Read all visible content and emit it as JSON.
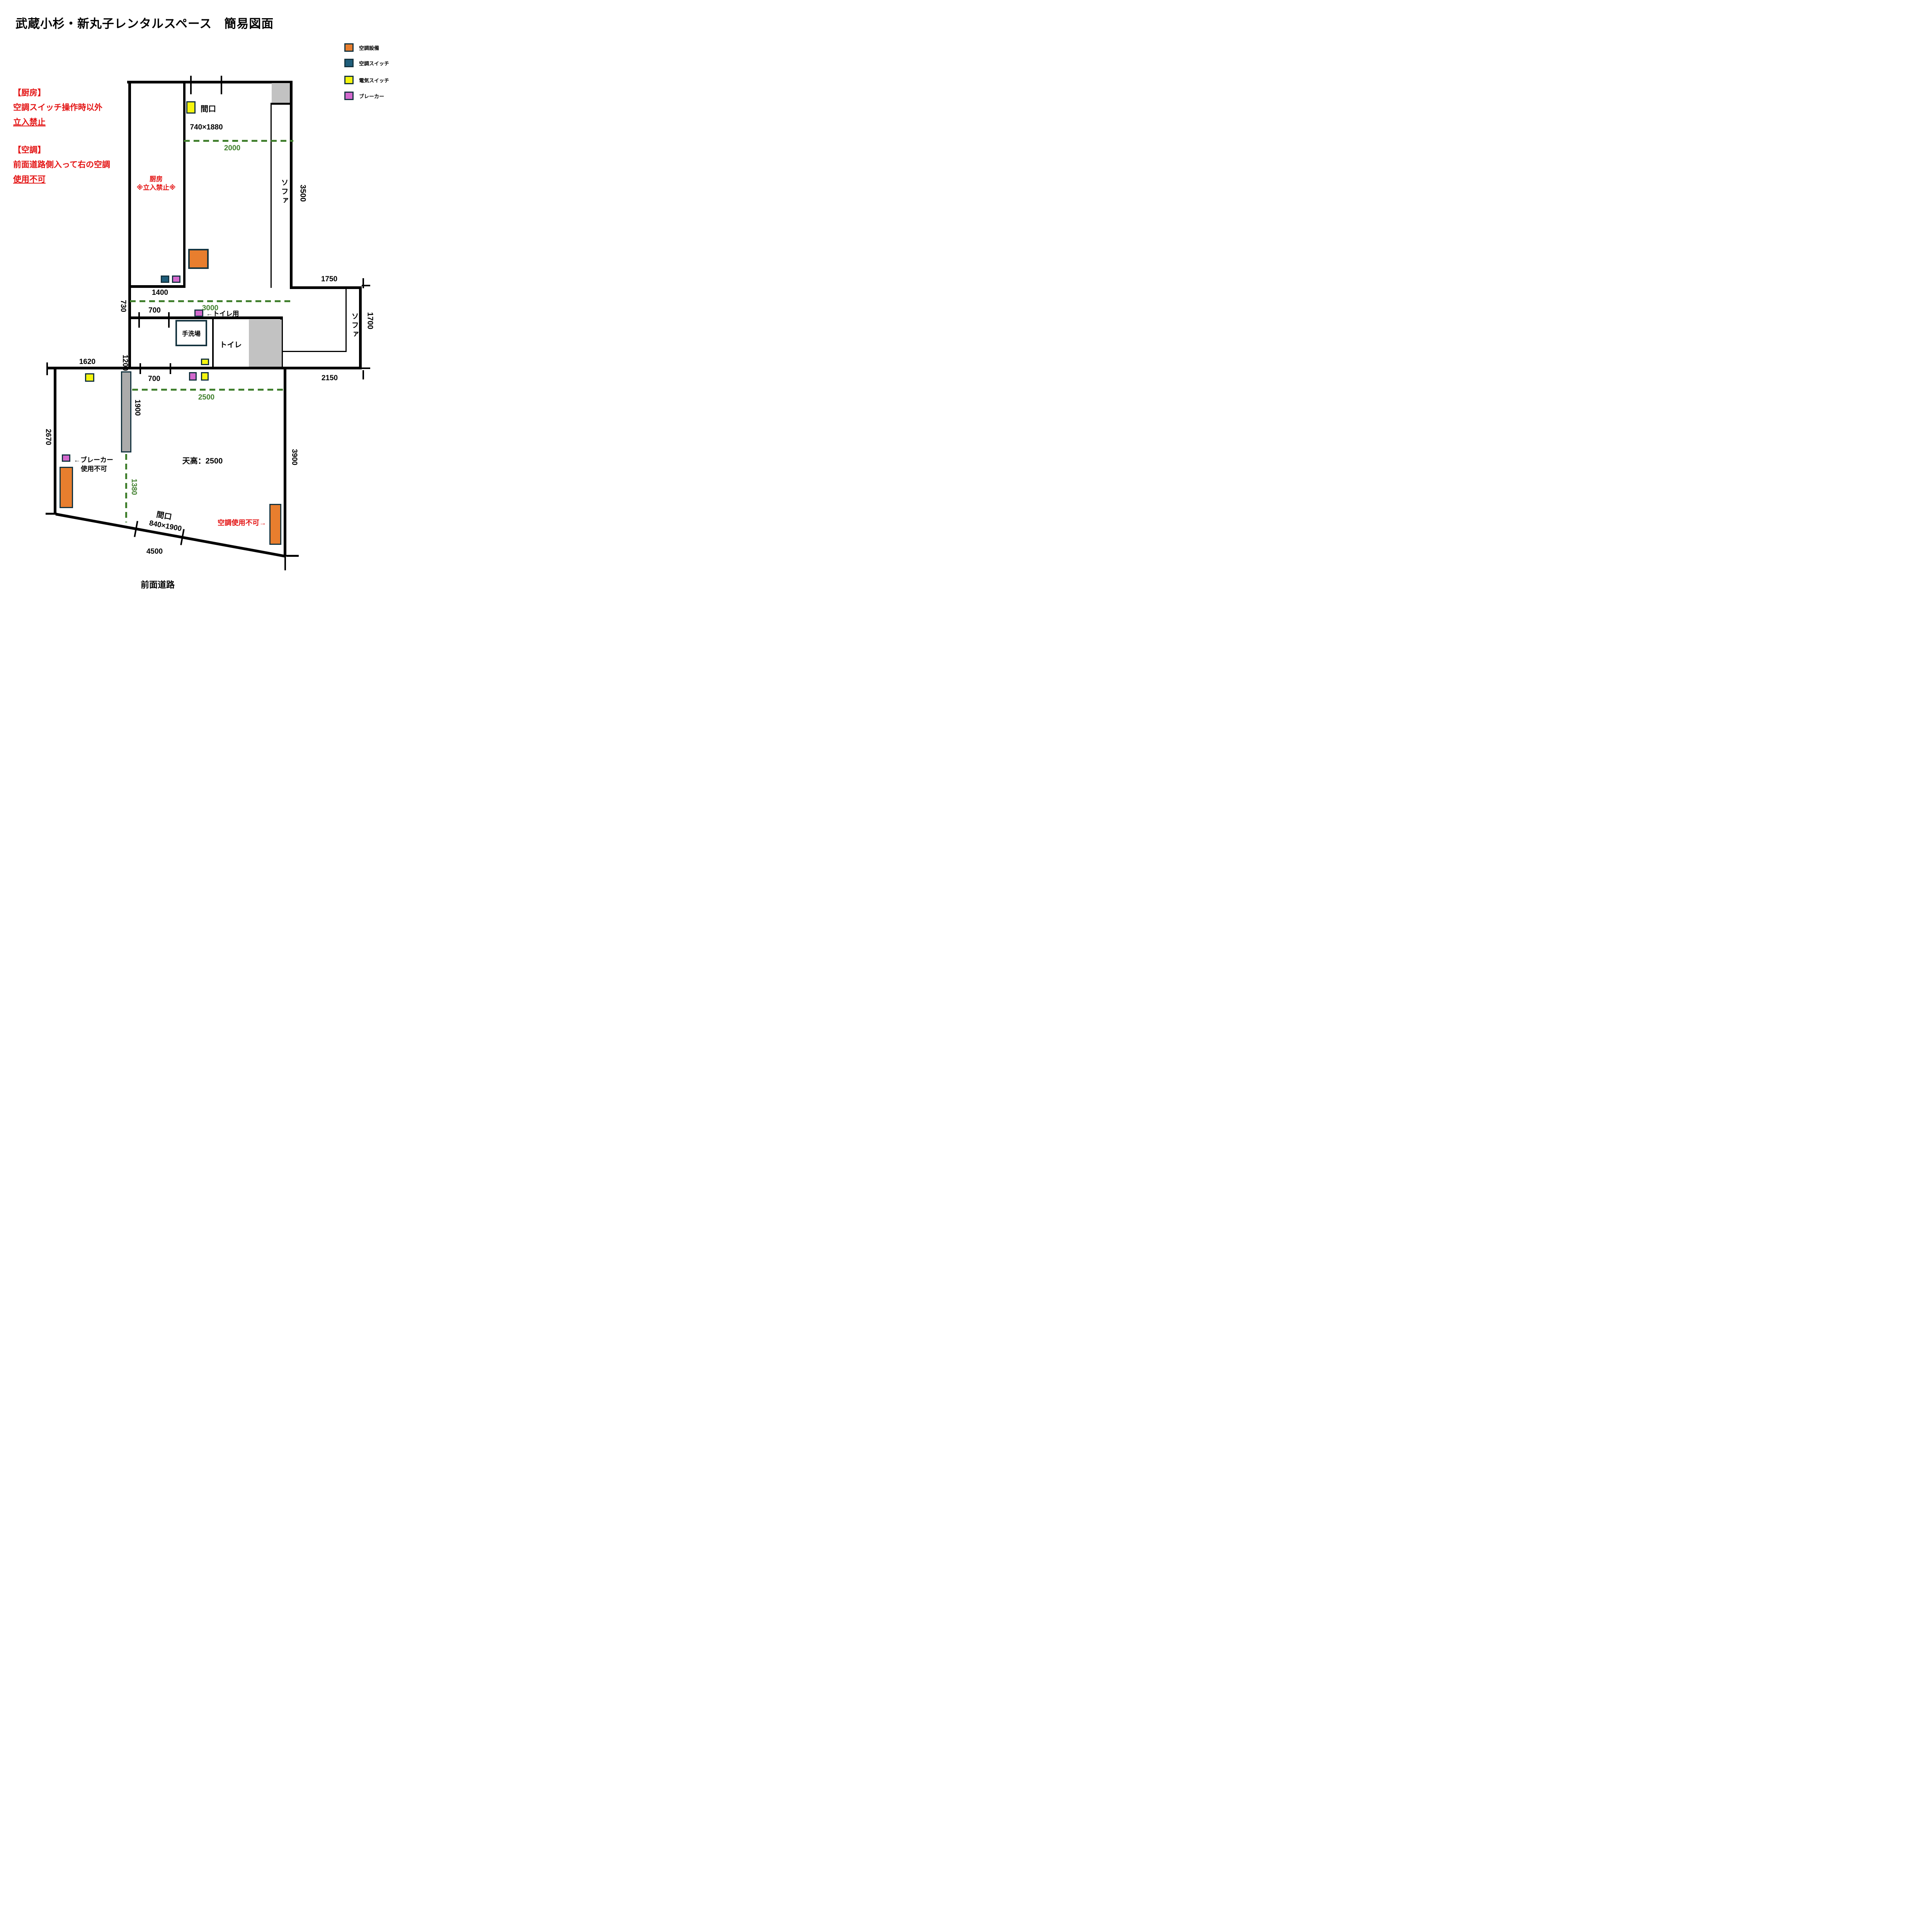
{
  "title": "武蔵小杉・新丸子レンタルスペース　簡易図面",
  "legend": {
    "items": [
      {
        "label": "空調設備",
        "color": "#E87E2E"
      },
      {
        "label": "空調スイッチ",
        "color": "#1F5E7B"
      },
      {
        "label": "電気スイッチ",
        "color": "#F5F50F"
      },
      {
        "label": "ブレーカー",
        "color": "#D369CD"
      }
    ]
  },
  "notices": {
    "kitchen": {
      "heading": "【厨房】",
      "line1": "空調スイッチ操作時以外",
      "line2": "立入禁止"
    },
    "aircon": {
      "heading": "【空調】",
      "line1": "前面道路側入って右の空調",
      "line2": "使用不可"
    }
  },
  "rooms": {
    "kitchen_name": "厨房",
    "kitchen_no_entry": "※立入禁止※",
    "sofa_upper": "ソファ",
    "sofa_lower": "ソファ",
    "handwash": "手洗場",
    "toilet": "トイレ",
    "front_road": "前面道路",
    "ceiling_height": "天高：2500"
  },
  "annotations": {
    "toilet_breaker": "←トイレ用",
    "breaker_arrow": "←ブレーカー",
    "breaker_na": "使用不可",
    "ac_na": "空調使用不可→",
    "opening_top": "間口",
    "opening_top_size": "740×1880",
    "opening_bottom": "間口",
    "opening_bottom_size": "840×1900"
  },
  "dimensions": {
    "d2000": "2000",
    "d3500": "3500",
    "d1750": "1750",
    "d1400": "1400",
    "d730": "730",
    "d3000": "3000",
    "d700_upper": "700",
    "d1200": "1200",
    "d1700": "1700",
    "d1620": "1620",
    "d2150": "2150",
    "d700_lower": "700",
    "d2500": "2500",
    "d1900": "1900",
    "d2670": "2670",
    "d1380": "1380",
    "d3900": "3900",
    "d4500": "4500"
  },
  "colors": {
    "wall": "#000000",
    "marker_border": "#14333F",
    "ac_unit": "#E87E2E",
    "ac_switch": "#1F5E7B",
    "light_switch": "#F5F50F",
    "breaker": "#D369CD",
    "gray_area": "#C2C2C2",
    "gray_partition": "#ABABAB",
    "dimension_green": "#41802E",
    "warning_red": "#E31111"
  }
}
